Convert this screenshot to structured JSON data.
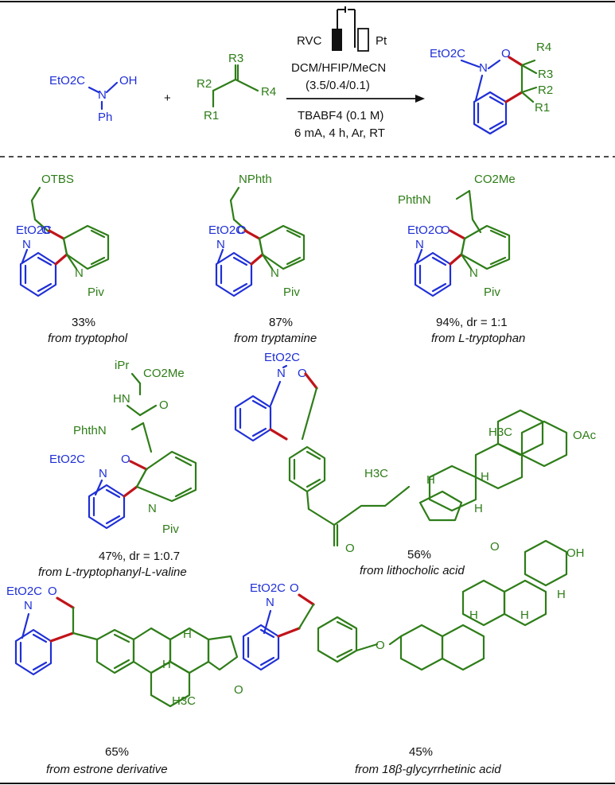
{
  "reagents": {
    "substrate": {
      "line1": "EtO2C",
      "n": "N",
      "oh": "OH",
      "ph": "Ph"
    },
    "plus": "+",
    "alkene": {
      "r1": "R1",
      "r2": "R2",
      "r3": "R3",
      "r4": "R4"
    }
  },
  "conditions": {
    "anode": "RVC",
    "cathode": "Pt",
    "solvent": "DCM/HFIP/MeCN",
    "ratio": "(3.5/0.4/0.1)",
    "electrolyte": "TBABF4 (0.1 M)",
    "params": "6 mA, 4 h, Ar, RT"
  },
  "product": {
    "ester": "EtO2C",
    "n": "N",
    "o": "O",
    "r1": "R1",
    "r2": "R2",
    "r3": "R3",
    "r4": "R4"
  },
  "common": {
    "ester": "EtO2C",
    "n": "N",
    "o": "O",
    "piv": "Piv"
  },
  "examples": [
    {
      "side": "OTBS",
      "yield": "33%",
      "source": "from tryptophol"
    },
    {
      "side": "NPhth",
      "yield": "87%",
      "source": "from tryptamine"
    },
    {
      "side": "CO2Me",
      "side2": "PhthN",
      "yield": "94%, dr = 1:1",
      "source": "from L-tryptophan"
    },
    {
      "side": "CO2Me",
      "side2": "PhthN",
      "side3": "HN",
      "side4": "iPr",
      "side5": "O",
      "yield": "47%, dr = 1:0.7",
      "source": "from L-tryptophanyl-L-valine"
    },
    {
      "label_oac": "OAc",
      "label_h3c": "H3C",
      "label_h3c2": "H3C",
      "label_h": "H",
      "yield": "56%",
      "source": "from lithocholic acid"
    },
    {
      "label_h3c": "H3C",
      "label_o": "O",
      "label_h": "H",
      "yield": "65%",
      "source": "from estrone derivative"
    },
    {
      "label_oh": "OH",
      "label_o": "O",
      "label_h": "H",
      "yield": "45%",
      "source": "from 18β-glycyrrhetinic acid"
    }
  ],
  "colors": {
    "scaffold": "#1f2fd6",
    "substituent": "#2e7d18",
    "new_bond": "#c0141a"
  }
}
